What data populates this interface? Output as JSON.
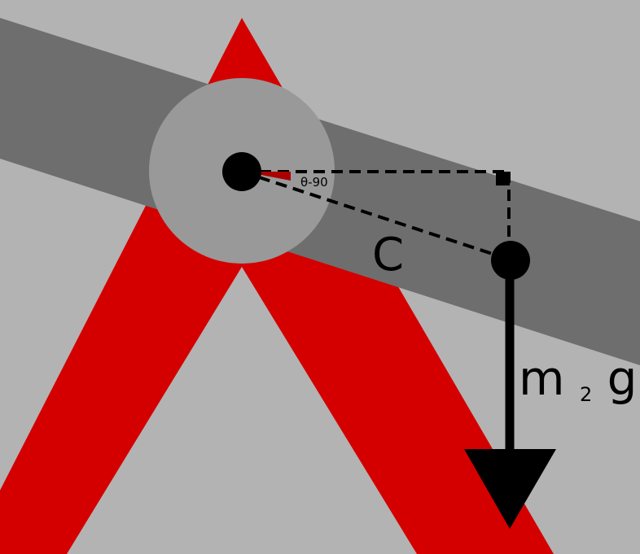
{
  "labels": {
    "angle": "θ-90",
    "distance": "C",
    "force_main": "m",
    "force_sub": "2",
    "force_tail": "g"
  },
  "colors": {
    "background": "#b3b3b3",
    "support_frame": "#d40000",
    "beam": "#6e6e6e",
    "pivot_disc": "#999999",
    "angle_wedge": "#aa0000",
    "ink": "#000000"
  },
  "icons": {
    "pivot": "pivot-circle-icon",
    "mass": "mass-point-icon",
    "gravity_arrow": "downward-arrow-icon",
    "right_angle": "right-angle-marker-icon"
  }
}
